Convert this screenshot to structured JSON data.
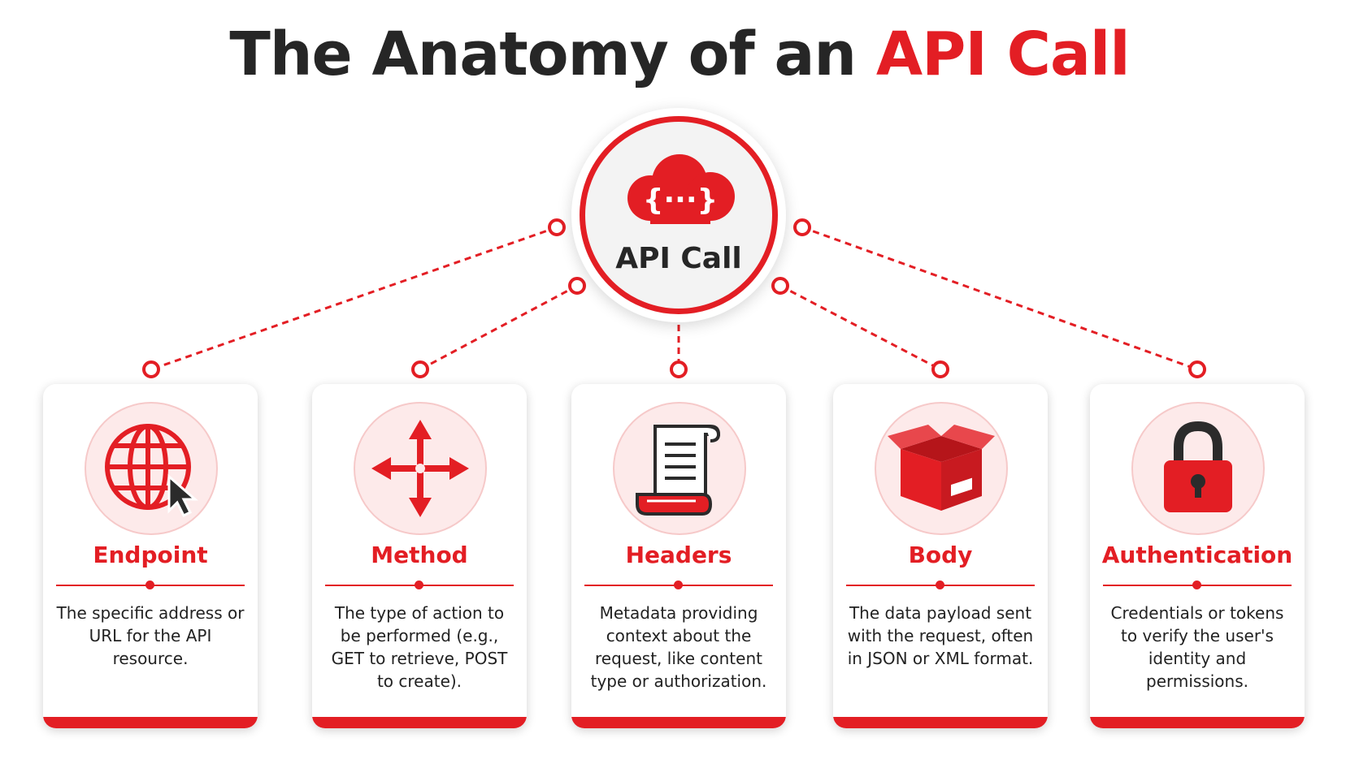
{
  "title": {
    "main": "The Anatomy of an",
    "accent": "API Call"
  },
  "hub": {
    "label": "API Call",
    "icon": "cloud-code-icon"
  },
  "colors": {
    "accent": "#e31e24",
    "text": "#262626",
    "icon_bg": "#fdeaea"
  },
  "components": [
    {
      "title": "Endpoint",
      "icon": "globe-cursor-icon",
      "description": "The specific address or URL for the API resource."
    },
    {
      "title": "Method",
      "icon": "move-arrows-icon",
      "description": "The type of action to be performed (e.g., GET to retrieve, POST to create)."
    },
    {
      "title": "Headers",
      "icon": "document-scroll-icon",
      "description": "Metadata providing context about the request, like content type or authorization."
    },
    {
      "title": "Body",
      "icon": "box-icon",
      "description": "The data payload sent with the request, often in JSON or XML format."
    },
    {
      "title": "Authentication",
      "icon": "padlock-icon",
      "description": "Credentials or tokens to verify the user's identity and permissions."
    }
  ]
}
